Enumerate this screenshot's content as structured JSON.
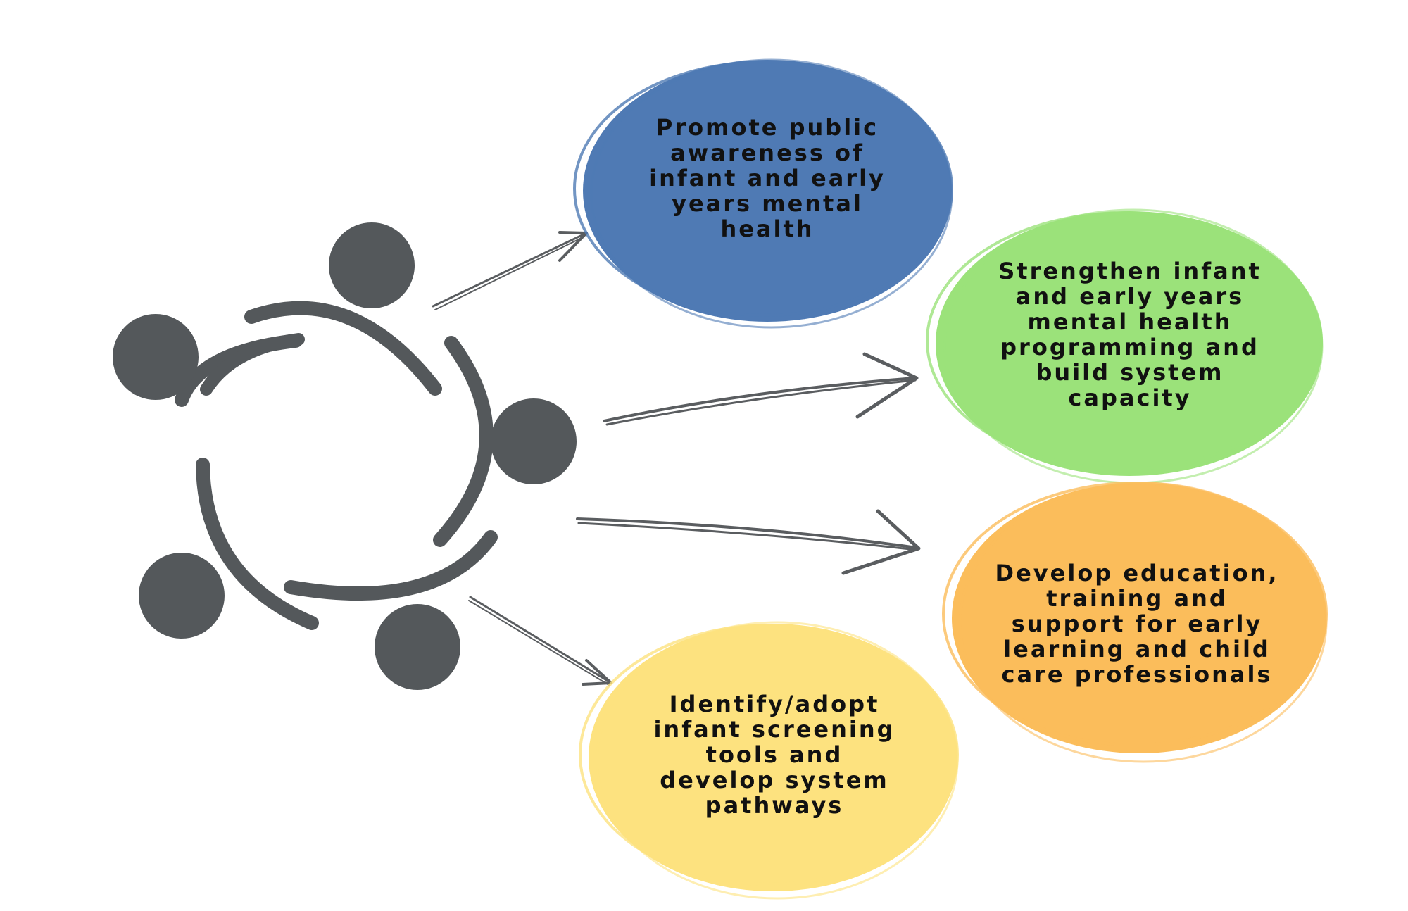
{
  "colors": {
    "icon": "#54585b",
    "arrow": "#5a5d60",
    "blue": "#4f7ab4",
    "green": "#9be27a",
    "orange": "#fbbd5b",
    "yellow": "#fde27f",
    "text": "#111111"
  },
  "icon": {
    "name": "team-circle-icon"
  },
  "goals": [
    {
      "id": "awareness",
      "color": "blue",
      "lines": [
        "Promote public",
        "awareness of",
        "infant and early",
        "years mental",
        "health"
      ]
    },
    {
      "id": "programming",
      "color": "green",
      "lines": [
        "Strengthen infant",
        "and early years",
        "mental health",
        "programming and",
        "build system",
        "capacity"
      ]
    },
    {
      "id": "education",
      "color": "orange",
      "lines": [
        "Develop education,",
        "training and",
        "support for early",
        "learning and child",
        "care professionals"
      ]
    },
    {
      "id": "screening",
      "color": "yellow",
      "lines": [
        "Identify/adopt",
        "infant screening",
        "tools and",
        "develop system",
        "pathways"
      ]
    }
  ]
}
